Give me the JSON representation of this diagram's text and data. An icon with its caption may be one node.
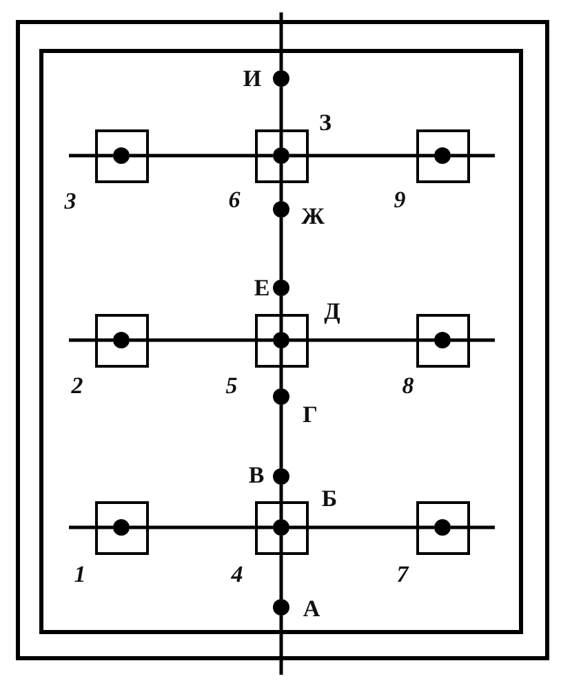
{
  "diagram": {
    "nodes": [
      {
        "text": [],
        "shape": "circle",
        "beside": [
          "И"
        ]
      },
      {
        "text": [],
        "shape": "box",
        "beside": [
          "3"
        ]
      },
      {
        "text": [],
        "shape": "circle",
        "in": 1
      },
      {
        "text": [],
        "shape": "box",
        "beside": [
          "6"
        ]
      },
      {
        "text": [],
        "shape": "circle",
        "in": 3,
        "beside": [
          "З"
        ]
      },
      {
        "text": [],
        "shape": "box",
        "beside": [
          "9"
        ]
      },
      {
        "text": [],
        "shape": "circle",
        "in": 5
      },
      {
        "text": [],
        "shape": "circle",
        "beside": [
          "Ж"
        ]
      },
      {
        "text": [],
        "shape": "circle",
        "beside": [
          "Е"
        ]
      },
      {
        "text": [],
        "shape": "box",
        "beside": [
          "2"
        ]
      },
      {
        "text": [],
        "shape": "circle",
        "in": 9
      },
      {
        "text": [],
        "shape": "box",
        "beside": [
          "5"
        ]
      },
      {
        "text": [],
        "shape": "circle",
        "in": 11,
        "beside": [
          "Д"
        ]
      },
      {
        "text": [],
        "shape": "box",
        "beside": [
          "8"
        ]
      },
      {
        "text": [],
        "shape": "circle",
        "in": 13
      },
      {
        "text": [],
        "shape": "circle",
        "beside": [
          "Г"
        ]
      },
      {
        "text": [],
        "shape": "circle",
        "beside": [
          "В"
        ]
      },
      {
        "text": [],
        "shape": "box",
        "beside": [
          "1"
        ]
      },
      {
        "text": [],
        "shape": "circle",
        "in": 17
      },
      {
        "text": [],
        "shape": "box",
        "beside": [
          "4"
        ]
      },
      {
        "text": [],
        "shape": "circle",
        "in": 19,
        "beside": [
          "Б"
        ]
      },
      {
        "text": [],
        "shape": "box",
        "beside": [
          "7"
        ]
      },
      {
        "text": [],
        "shape": "circle",
        "in": 21
      },
      {
        "text": [],
        "shape": "circle",
        "beside": [
          "А"
        ]
      }
    ],
    "edges": [
      {
        "from": null,
        "to": 0,
        "arrow": "none"
      },
      {
        "from": 0,
        "to": 4,
        "arrow": "none"
      },
      {
        "from": 4,
        "to": 7,
        "arrow": "none"
      },
      {
        "from": 7,
        "to": 8,
        "arrow": "none"
      },
      {
        "from": 8,
        "to": 12,
        "arrow": "none"
      },
      {
        "from": 12,
        "to": 15,
        "arrow": "none"
      },
      {
        "from": 15,
        "to": 16,
        "arrow": "none"
      },
      {
        "from": 16,
        "to": 20,
        "arrow": "none"
      },
      {
        "from": 20,
        "to": 23,
        "arrow": "none"
      },
      {
        "from": 23,
        "to": null,
        "arrow": "none"
      },
      {
        "from": null,
        "to": 2,
        "arrow": "none"
      },
      {
        "from": 2,
        "to": 4,
        "arrow": "none"
      },
      {
        "from": 4,
        "to": 6,
        "arrow": "none"
      },
      {
        "from": 6,
        "to": null,
        "arrow": "none"
      },
      {
        "from": null,
        "to": 10,
        "arrow": "none"
      },
      {
        "from": 10,
        "to": 12,
        "arrow": "none"
      },
      {
        "from": 12,
        "to": 14,
        "arrow": "none"
      },
      {
        "from": 14,
        "to": null,
        "arrow": "none"
      },
      {
        "from": null,
        "to": 18,
        "arrow": "none"
      },
      {
        "from": 18,
        "to": 20,
        "arrow": "none"
      },
      {
        "from": 20,
        "to": 22,
        "arrow": "none"
      },
      {
        "from": 22,
        "to": null,
        "arrow": "none"
      }
    ]
  }
}
